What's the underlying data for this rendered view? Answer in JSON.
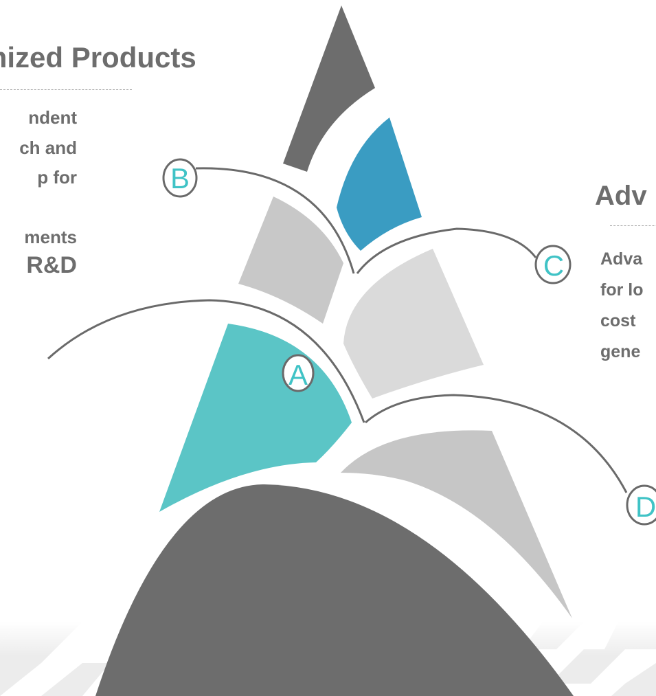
{
  "left_panel": {
    "heading": "mized Products",
    "lines": [
      "ndent",
      "ch and",
      "p for",
      "",
      "ments",
      "R&D"
    ]
  },
  "right_panel": {
    "heading": "Adv",
    "lines": [
      "Adva",
      "for lo",
      "cost",
      "gene"
    ]
  },
  "markers": {
    "a": "A",
    "b": "B",
    "c": "C",
    "d": "D"
  },
  "colors": {
    "dark_gray": "#6d6d6d",
    "teal": "#5bc5c6",
    "blue": "#3a9cc2",
    "gray": "#c6c6c6",
    "light_gray": "#dadada",
    "marker_text": "#40c3c6"
  }
}
